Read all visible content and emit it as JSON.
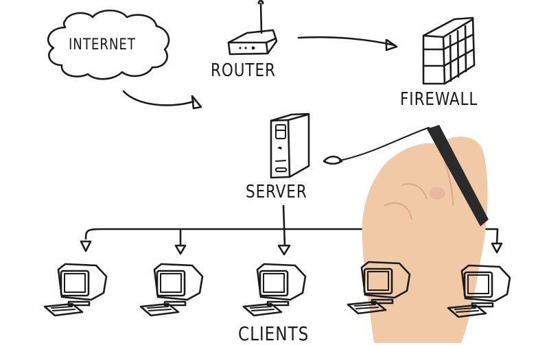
{
  "diagram": {
    "nodes": [
      {
        "id": "internet",
        "label": "INTERNET",
        "icon": "cloud-icon"
      },
      {
        "id": "router",
        "label": "ROUTER",
        "icon": "router-icon"
      },
      {
        "id": "firewall",
        "label": "FIREWALL",
        "icon": "brick-wall-icon"
      },
      {
        "id": "server",
        "label": "SERVER",
        "icon": "server-tower-icon"
      },
      {
        "id": "clients",
        "label": "CLIENTS",
        "icon": "desktop-computer-icon",
        "count": 5
      }
    ],
    "edges": [
      {
        "from": "internet",
        "to": "router"
      },
      {
        "from": "router",
        "to": "firewall"
      },
      {
        "from": "firewall",
        "to": "server"
      },
      {
        "from": "server",
        "to": "clients"
      }
    ],
    "colors": {
      "ink": "#1a1a1a",
      "background": "#ffffff",
      "skin": "#f0c9a6",
      "marker": "#2a2a2a"
    }
  }
}
